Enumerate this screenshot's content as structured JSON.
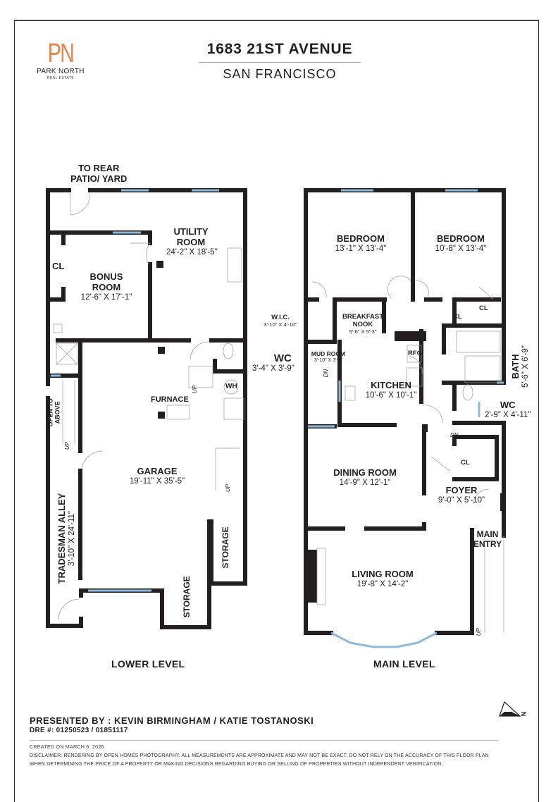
{
  "brand": {
    "logo_mark": "PN",
    "name": "PARK NORTH",
    "tagline": "REAL ESTATE",
    "accent": "#e8834a"
  },
  "header": {
    "address": "1683 21ST AVENUE",
    "city": "SAN FRANCISCO"
  },
  "lower_level": {
    "title": "LOWER LEVEL",
    "labels": {
      "to_rear": "TO REAR",
      "patio_yard": "PATIO/ YARD",
      "utility_name_1": "UTILITY",
      "utility_name_2": "ROOM",
      "utility_dim": "24'-2\" X 18'-5\"",
      "bonus_name_1": "BONUS",
      "bonus_name_2": "ROOM",
      "bonus_dim": "12'-6\" X 17'-1\"",
      "cl": "CL",
      "wc_name": "WC",
      "wc_dim": "3'-4\" X 3'-9\"",
      "wh": "WH",
      "furnace": "FURNACE",
      "open_to": "OPEN TO",
      "above": "ABOVE",
      "garage_name": "GARAGE",
      "garage_dim": "19'-11\" X 35'-5\"",
      "alley_name": "TRADESMAN ALLEY",
      "alley_dim": "3'-10\" X 24'-11\"",
      "storage_1": "STORAGE",
      "storage_2": "STORAGE",
      "up_1": "UP",
      "up_2": "UP",
      "up_3": "UP"
    }
  },
  "main_level": {
    "title": "MAIN LEVEL",
    "labels": {
      "bedroom1_name": "BEDROOM",
      "bedroom1_dim": "13'-1\" X 13'-4\"",
      "bedroom2_name": "BEDROOM",
      "bedroom2_dim": "10'-8\" X 13'-4\"",
      "wic_name": "W.I.C.",
      "wic_dim": "3'-10\" X 4'-10\"",
      "nook_name_1": "BREAKFAST",
      "nook_name_2": "NOOK",
      "nook_dim": "5'-6\" X 5'-3\"",
      "mud_name": "MUD ROOM",
      "mud_dim": "3'-10\" X 3'-6\"",
      "rfg": "RFG",
      "kitchen_name": "KITCHEN",
      "kitchen_dim": "10'-6\" X 10'-1\"",
      "cl_1": "CL",
      "cl_2": "CL",
      "cl_3": "CL",
      "bath_name": "BATH",
      "bath_dim": "5'-6\" X 6'-9\"",
      "wc_name": "WC",
      "wc_dim": "2'-9\" X 4'-11\"",
      "dining_name": "DINING ROOM",
      "dining_dim": "14'-9\" X 12'-1\"",
      "foyer_name": "FOYER",
      "foyer_dim": "9'-0\" X 5'-10\"",
      "main_1": "MAIN",
      "main_2": "ENTRY",
      "living_name": "LIVING ROOM",
      "living_dim": "19'-8\" X 14'-2\"",
      "dn_1": "DN",
      "dn_2": "DN",
      "up": "UP"
    }
  },
  "compass": {
    "label": "N",
    "icon": "north-arrow-icon"
  },
  "footer": {
    "presented_by": "PRESENTED BY : KEVIN BIRMINGHAM / KATIE TOSTANOSKI",
    "dre": "DRE #: 01250523 / 01851117",
    "created": "CREATED ON MARCH 6, 2026",
    "disclaimer_line1": "DISCLAIMER: RENDERING BY OPEN HOMES PHOTOGRAPHY. ALL MEASUREMENTS ARE APPROXIMATE AND MAY NOT BE EXACT. DO NOT RELY ON THE ACCURACY OF THIS FLOOR PLAN",
    "disclaimer_line2": "WHEN DETERMINING THE PRICE OF A PROPERTY OR MAKING DECISIONS REGARDING BUYING OR SELLING OF PROPERTIES WITHOUT INDEPENDENT VERIFICATION."
  },
  "colors": {
    "wall": "#231f20",
    "window": "#bcd9ee",
    "accent": "#e8834a"
  }
}
